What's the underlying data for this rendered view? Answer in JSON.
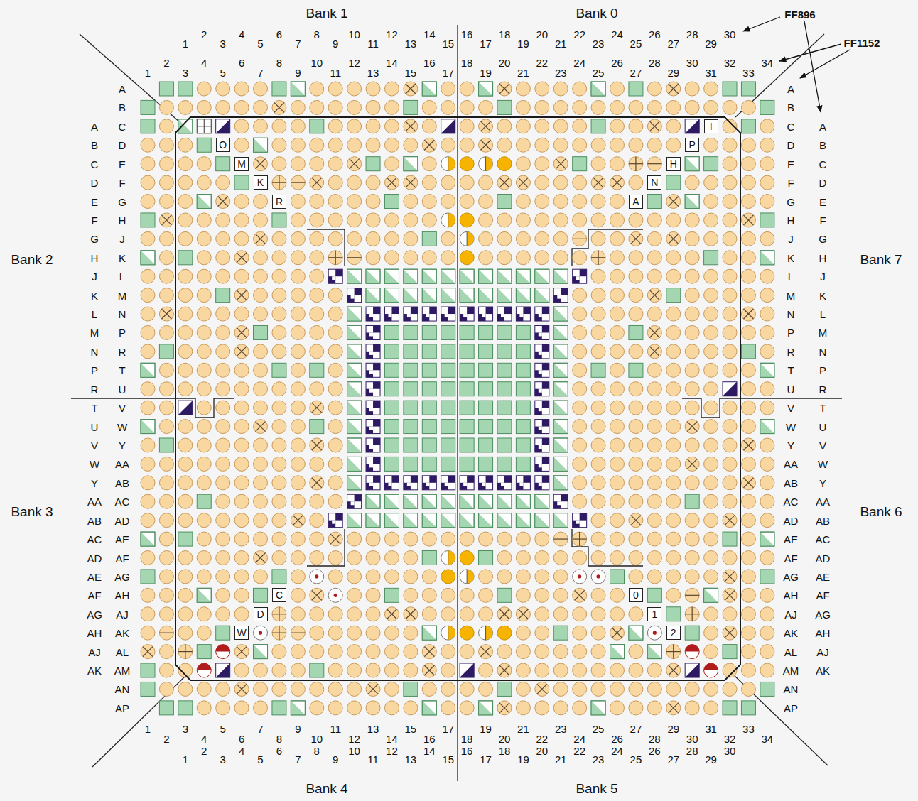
{
  "diagram": {
    "labels": [
      "Bank 1",
      "Bank 0",
      "FF896",
      "FF1152",
      "1",
      "2",
      "3",
      "4",
      "5",
      "6",
      "7",
      "8",
      "9",
      "10",
      "11",
      "12",
      "13",
      "14",
      "15",
      "16",
      "17",
      "18",
      "19",
      "20",
      "21",
      "22",
      "23",
      "24",
      "25",
      "26",
      "27",
      "28",
      "29",
      "30",
      "1",
      "2",
      "3",
      "4",
      "5",
      "6",
      "7",
      "8",
      "9",
      "10",
      "11",
      "12",
      "13",
      "14",
      "15",
      "16",
      "17",
      "18",
      "19",
      "20",
      "21",
      "22",
      "23",
      "24",
      "25",
      "26",
      "27",
      "28",
      "29",
      "30",
      "31",
      "32",
      "33",
      "34",
      "A",
      "B",
      "C",
      "D",
      "E",
      "F",
      "G",
      "H",
      "J",
      "K",
      "L",
      "M",
      "N",
      "P",
      "R",
      "T",
      "U",
      "V",
      "W",
      "Y",
      "AA",
      "AB",
      "AC",
      "AD",
      "AE",
      "AF",
      "AG",
      "AH",
      "AJ",
      "AK",
      "AL",
      "AM",
      "AN",
      "AP",
      "A",
      "B",
      "C",
      "D",
      "E",
      "F",
      "G",
      "H",
      "J",
      "K",
      "L",
      "M",
      "N",
      "P",
      "R",
      "T",
      "U",
      "V",
      "W",
      "Y",
      "AA",
      "AB",
      "AC",
      "AD",
      "AE",
      "AF",
      "AG",
      "AH",
      "AJ",
      "AK",
      "A",
      "B",
      "C",
      "D",
      "E",
      "F",
      "G",
      "H",
      "J",
      "K",
      "L",
      "M",
      "N",
      "P",
      "R",
      "T",
      "U",
      "V",
      "W",
      "Y",
      "AA",
      "AB",
      "AC",
      "AD",
      "AE",
      "AF",
      "AG",
      "AH",
      "AJ",
      "AK",
      "AL",
      "AM",
      "AN",
      "AP",
      "A",
      "B",
      "C",
      "D",
      "E",
      "F",
      "G",
      "H",
      "J",
      "K",
      "L",
      "M",
      "N",
      "P",
      "R",
      "T",
      "U",
      "V",
      "W",
      "Y",
      "AA",
      "AB",
      "AC",
      "AD",
      "AE",
      "AF",
      "AG",
      "AH",
      "AJ",
      "AK",
      "1",
      "2",
      "3",
      "4",
      "5",
      "6",
      "7",
      "8",
      "9",
      "10",
      "11",
      "12",
      "13",
      "14",
      "15",
      "16",
      "17",
      "18",
      "19",
      "20",
      "21",
      "22",
      "23",
      "24",
      "25",
      "26",
      "27",
      "28",
      "29",
      "30",
      "31",
      "32",
      "33",
      "34",
      "1",
      "2",
      "3",
      "4",
      "5",
      "6",
      "7",
      "8",
      "9",
      "10",
      "11",
      "12",
      "13",
      "14",
      "15",
      "16",
      "17",
      "18",
      "19",
      "20",
      "21",
      "22",
      "23",
      "24",
      "25",
      "26",
      "27",
      "28",
      "29",
      "30",
      "Bank 2",
      "Bank 7",
      "Bank 3",
      "Bank 6",
      "Bank 4",
      "Bank 5",
      "I",
      "O",
      "P",
      "M",
      "H",
      "K",
      "N",
      "R",
      "A",
      "C",
      "0",
      "D",
      "1",
      "W",
      "2"
    ]
  }
}
